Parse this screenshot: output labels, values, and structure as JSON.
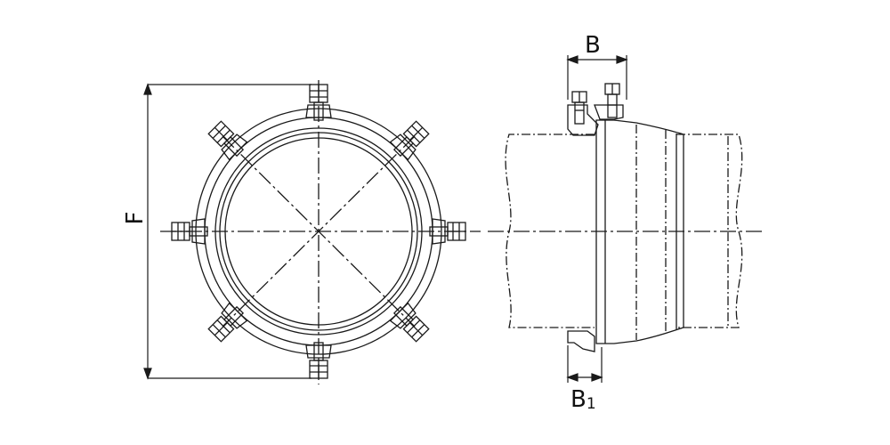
{
  "labels": {
    "overall_diameter": "F",
    "width": "B",
    "width_base": "B",
    "width_sub": "1"
  },
  "colors": {
    "line": "#1a1a1a",
    "background": "#ffffff"
  }
}
